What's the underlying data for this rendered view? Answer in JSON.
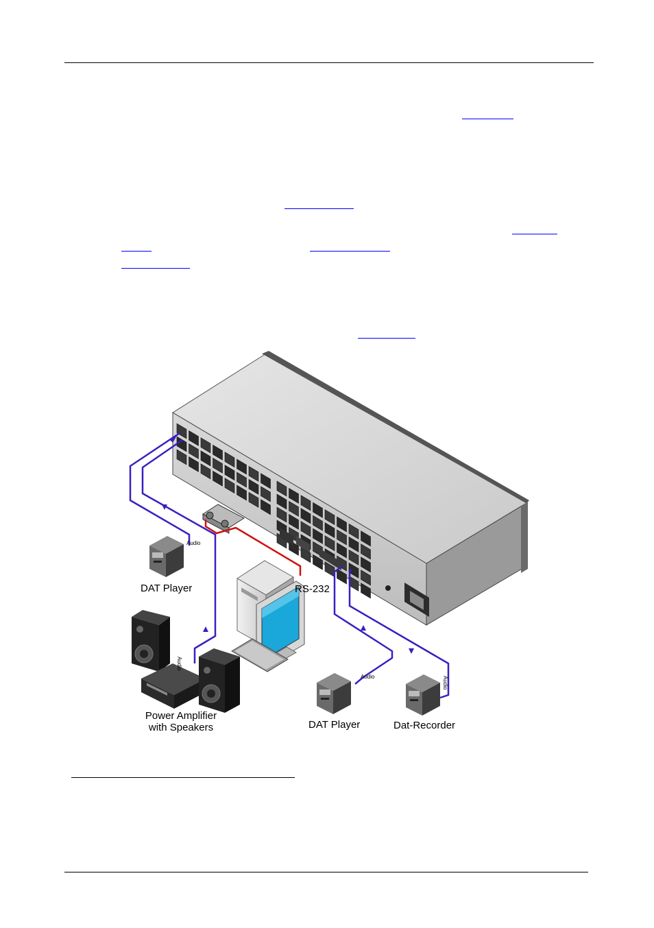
{
  "figure": {
    "labels": {
      "dat_player_left": "DAT Player",
      "rs232": "RS-232",
      "power_amp_line1": "Power Amplifier",
      "power_amp_line2": "with Speakers",
      "dat_player_right": "DAT Player",
      "dat_recorder": "Dat-Recorder",
      "audio_1": "Audio",
      "audio_2": "Audio",
      "audio_3": "Audio",
      "audio_4": "Audio"
    }
  },
  "colors": {
    "audio_cable": "#3a1fbf",
    "rs232_cable": "#d01010",
    "link": "#0000ff"
  }
}
